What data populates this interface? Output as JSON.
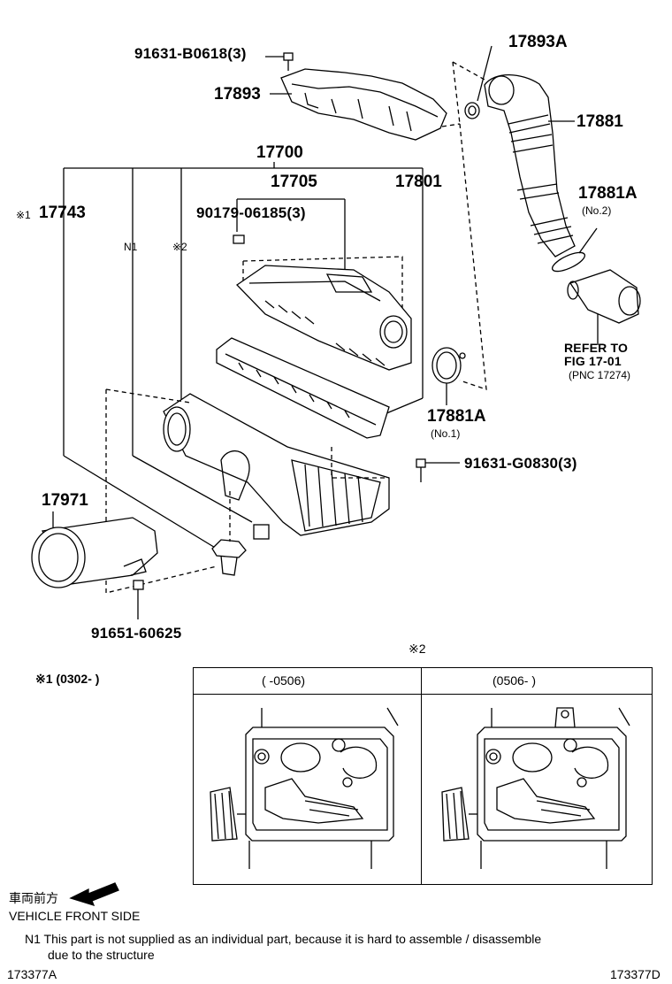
{
  "labels": {
    "p91631_b0618": "91631-B0618(3)",
    "p17893a": "17893A",
    "p17893": "17893",
    "p17881": "17881",
    "p17700": "17700",
    "p17705": "17705",
    "p17801": "17801",
    "p17743_mark": "※1",
    "p17743": "17743",
    "p90179": "90179-06185(3)",
    "p17881a_top": "17881A",
    "p17881a_top_sub": "(No.2)",
    "n1": "N1",
    "mark2": "※2",
    "refer_line1": "REFER TO",
    "refer_line2": "FIG 17-01",
    "refer_line3": "(PNC 17274)",
    "p17881a_bot": "17881A",
    "p17881a_bot_sub": "(No.1)",
    "p91631_g0830": "91631-G0830(3)",
    "p17971": "17971",
    "p91651": "91651-60625"
  },
  "notes": {
    "mark1_range": "※1 (0302-        )",
    "mark2_top": "※2",
    "col_left": "(        -0506)",
    "col_right": "(0506-        )",
    "vehicle_jp": "車両前方",
    "vehicle_en": "VEHICLE FRONT SIDE",
    "n1_note_line1": "N1  This part is not supplied as an individual part, because it is hard to assemble / disassemble",
    "n1_note_line2": "due to the structure",
    "code_left": "173377A",
    "code_right": "173377D"
  }
}
